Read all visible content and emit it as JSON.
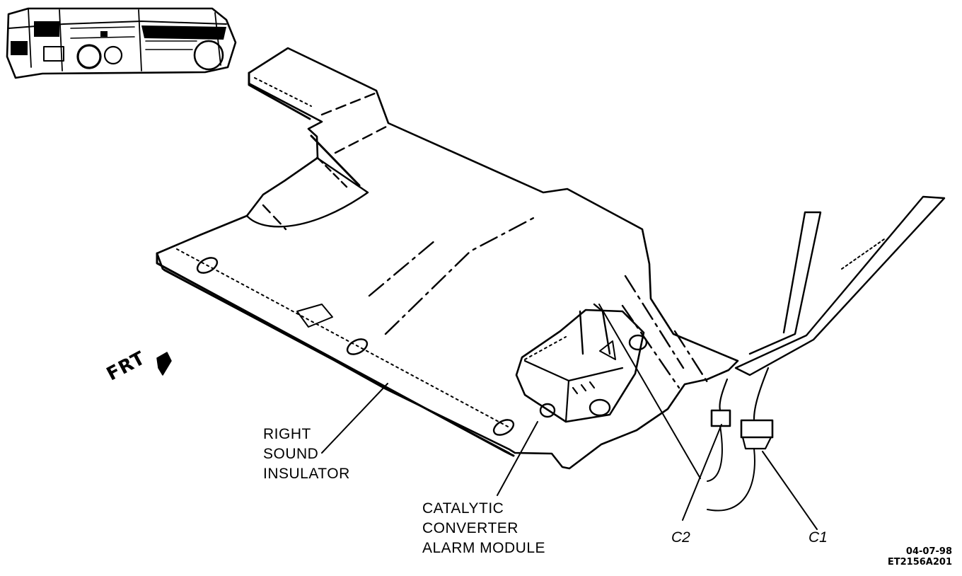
{
  "labels": {
    "insulator": [
      "RIGHT",
      "SOUND",
      "INSULATOR"
    ],
    "module": [
      "CATALYTIC",
      "CONVERTER",
      "ALARM  MODULE"
    ],
    "c2": "C2",
    "c1": "C1",
    "frt": "FRT"
  },
  "footer": {
    "date": "04-07-98",
    "code": "ET2156A201"
  },
  "colors": {
    "ink": "#000000",
    "paper": "#ffffff"
  }
}
